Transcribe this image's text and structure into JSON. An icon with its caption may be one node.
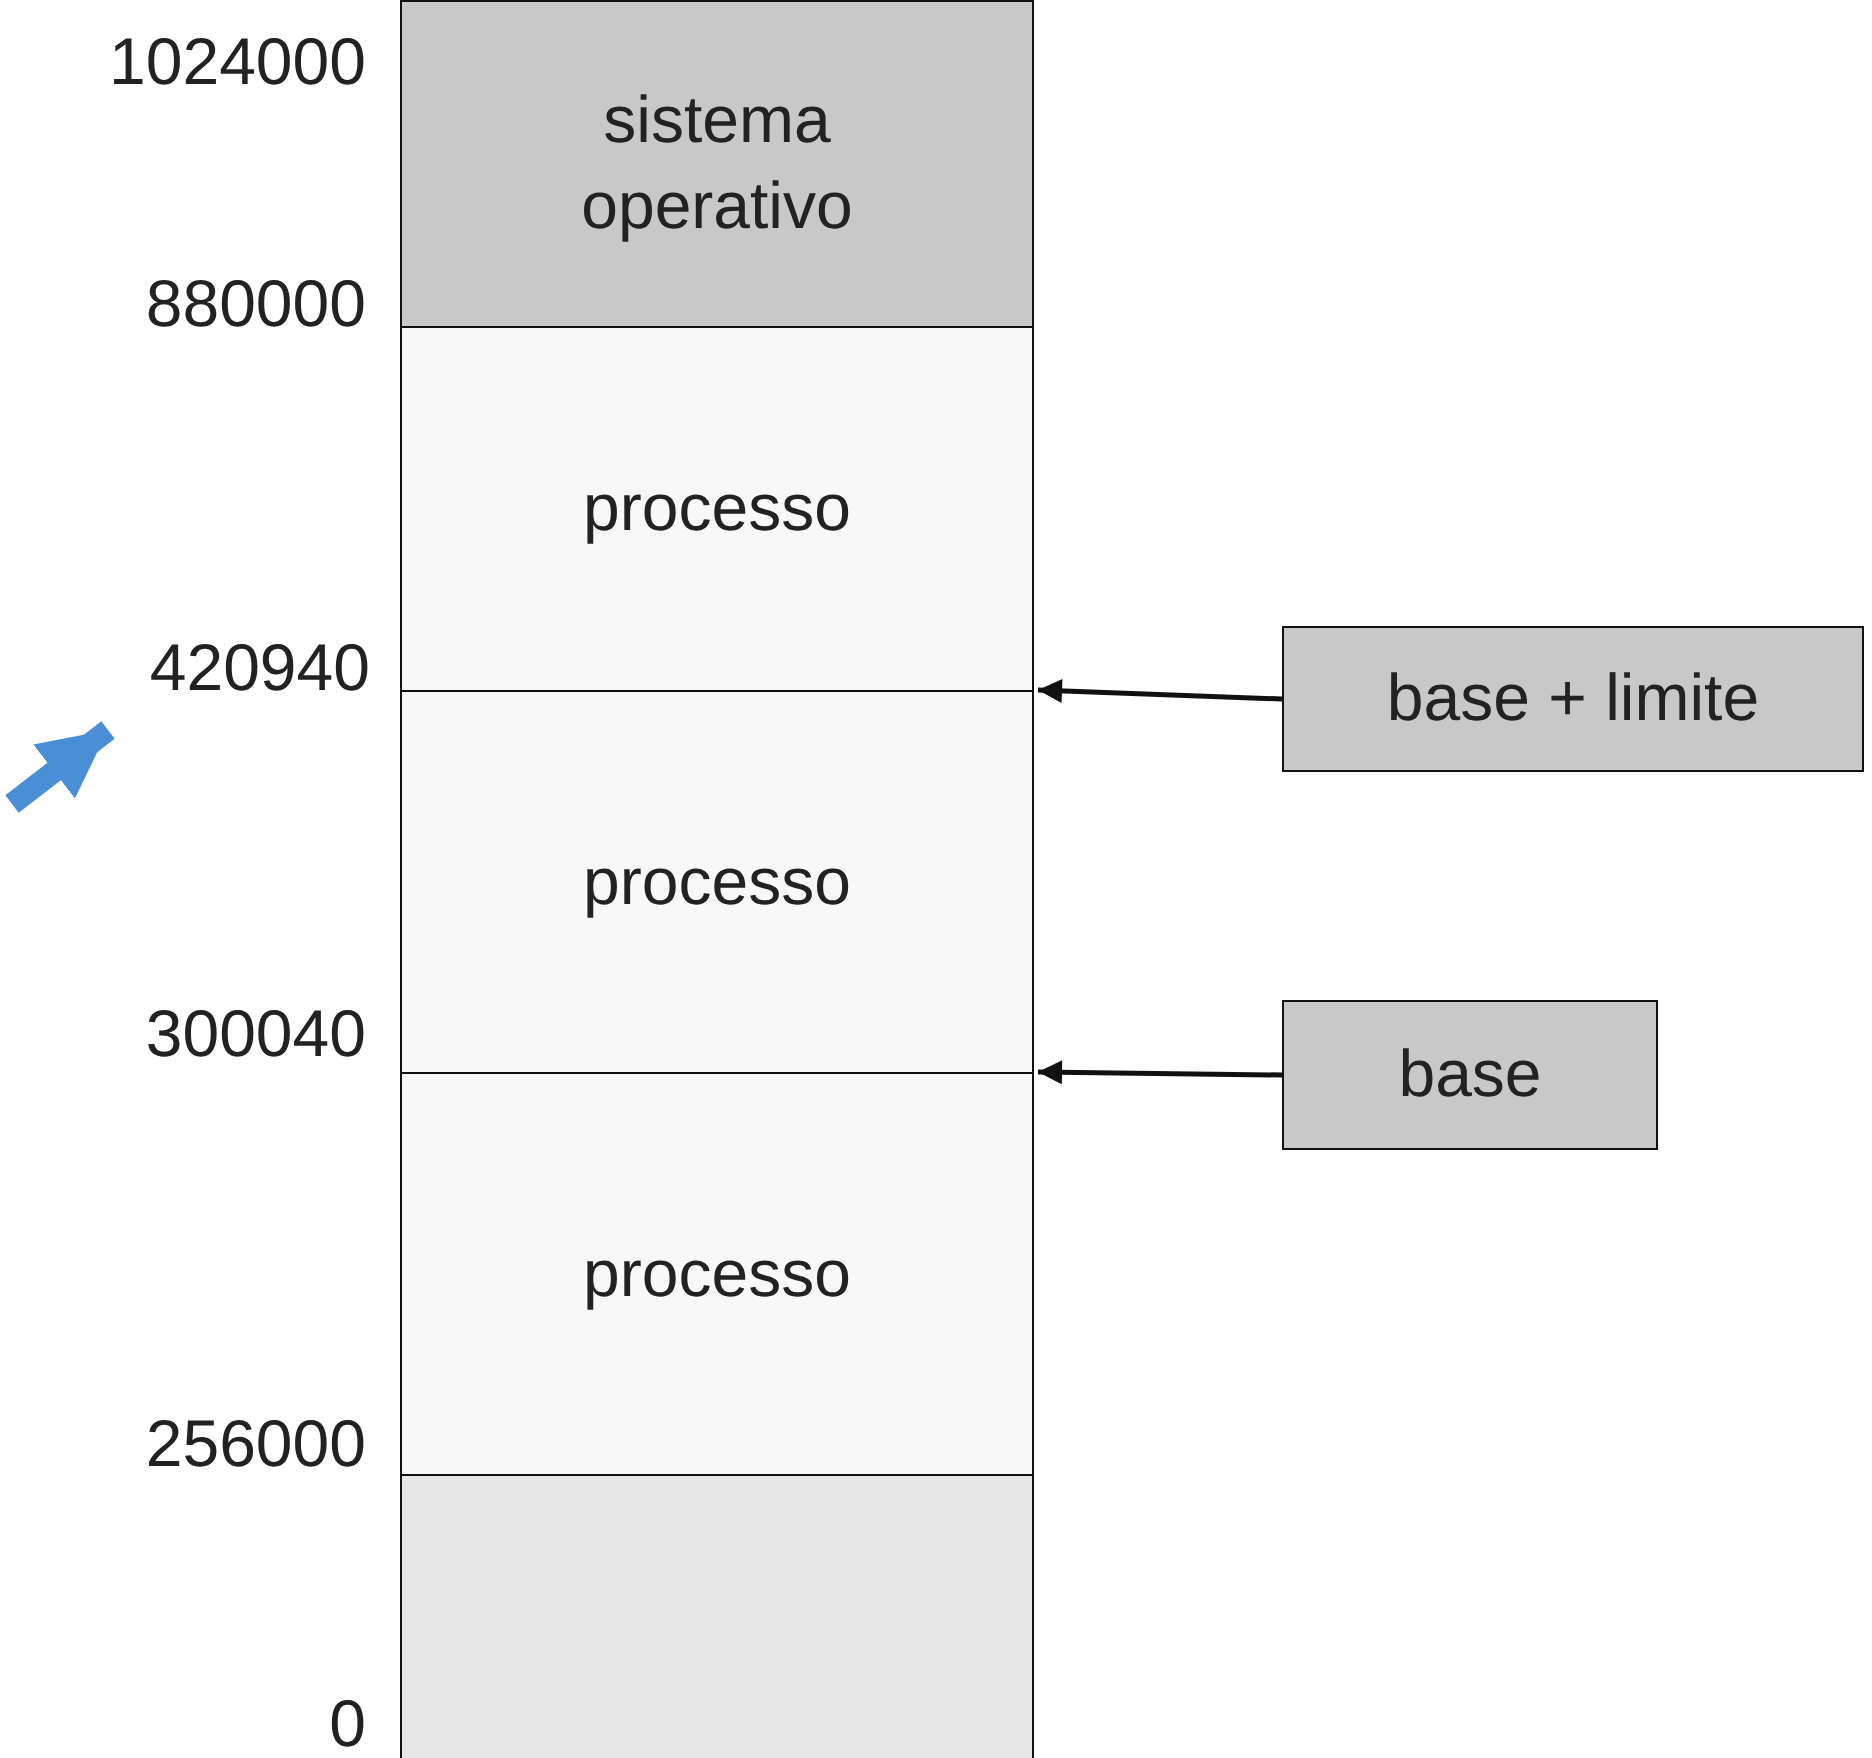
{
  "diagram": {
    "nodes": [
      {
        "text": [
          "sistema operativo"
        ]
      },
      {
        "text": [
          "processo"
        ]
      },
      {
        "text": [
          "processo"
        ]
      },
      {
        "text": [
          "processo"
        ]
      },
      {
        "text": [],
        "shape": "box"
      },
      {
        "text": [
          "base + limite"
        ]
      },
      {
        "text": [
          "base"
        ]
      },
      {
        "text": [
          "420940"
        ]
      }
    ],
    "edges": [
      {
        "from": 5,
        "to": 1,
        "arrow": "to"
      },
      {
        "from": 6,
        "to": 2,
        "arrow": "to"
      },
      {
        "from": null,
        "to": 7,
        "arrow": "to",
        "style": "thick",
        "color": "#4a8fd6"
      }
    ],
    "labels": [
      "1024000",
      "880000",
      "300040",
      "256000",
      "0"
    ]
  }
}
